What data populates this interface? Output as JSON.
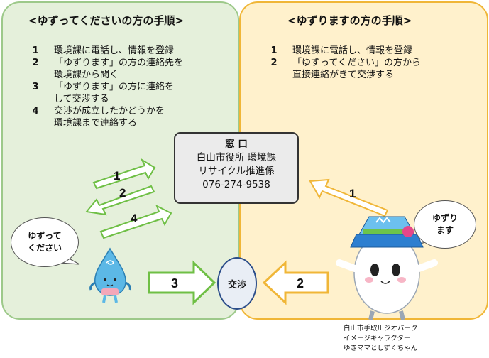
{
  "left_panel": {
    "title": "<ゆずってくださいの方の手順>",
    "steps": [
      {
        "num": "1",
        "text": "環境課に電話し、情報を登録"
      },
      {
        "num": "2",
        "text": "「ゆずります」の方の連絡先を\n環境課から聞く"
      },
      {
        "num": "3",
        "text": "「ゆずります」の方に連絡を\nして交渉する"
      },
      {
        "num": "4",
        "text": "交渉が成立したかどうかを\n環境課まで連絡する"
      }
    ]
  },
  "right_panel": {
    "title": "<ゆずりますの方の手順>",
    "steps": [
      {
        "num": "1",
        "text": "環境課に電話し、情報を登録"
      },
      {
        "num": "2",
        "text": "「ゆずってください」の方から\n直接連絡がきて交渉する"
      }
    ]
  },
  "window": {
    "title": "窓 口",
    "line1": "白山市役所 環境課",
    "line2": "リサイクル推進係",
    "phone": "076-274-9538"
  },
  "bubbles": {
    "left": "ゆずって\nください",
    "right": "ゆずり\nます"
  },
  "negotiation": "交渉",
  "arrows": {
    "left_1": "1",
    "left_2": "2",
    "left_4": "4",
    "left_3": "3",
    "right_1": "1",
    "right_2": "2"
  },
  "mascot_caption": "白山市手取川ジオパーク\nイメージキャラクター\nゆきママとしずくちゃん",
  "colors": {
    "left_panel_bg": "#e5f0db",
    "left_panel_border": "#9dc98a",
    "right_panel_bg": "#fff1cc",
    "right_panel_border": "#f0b637",
    "arrow_green": "#6fbf45",
    "arrow_yellow": "#f0b637",
    "koushou_border": "#2b4d8a"
  }
}
